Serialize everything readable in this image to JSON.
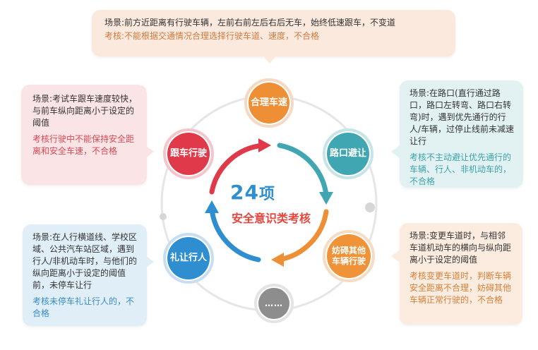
{
  "top": {
    "scene": "场景:前方近距离有行驶车辆，左前右前左后右后无车，始终低速跟车，不变道",
    "exam": "考核:不能根据交通情况合理选择行驶车道、速度，不合格"
  },
  "top_left": {
    "scene": "场景:考试车跟车速度较快，与前车纵向距离小于设定的阈值",
    "exam": "考核行驶中不能保持安全距离和安全车速，不合格"
  },
  "top_right": {
    "scene": "场景:在路口(直行通过路口，路口左转弯、路口右转弯)时，遇到优先通行的行人/车辆，过停止线前未减速让行",
    "exam": "考核不主动避让优先通行的车辆、行人、非机动车的，不合格"
  },
  "bottom_left": {
    "scene": "场景:在人行横道线、学校区域、公共汽车站区域，遇到行人/非机动车时，与他们的纵向距离小于设定的阈值前，未停车让行",
    "exam": "考核未停车礼让行人的，不合格"
  },
  "bottom_right": {
    "scene": "场景:变更车道时，与相邻车道机动车的横向与纵向距离小于设定的阈值",
    "exam": "考核变更车道时，判断车辆安全距离不合理，妨碍其他车辆正常行驶的，不合格"
  },
  "nodes": {
    "top": "合理车速",
    "left": "跟车行驶",
    "right": "路口避让",
    "bottom_left": "礼让行人",
    "bottom_right_line1": "妨碍其他",
    "bottom_right_line2": "车辆行驶",
    "bottom": "……"
  },
  "center": {
    "number": "24",
    "unit": "项",
    "label": "安全意识类考核"
  },
  "colors": {
    "orange": "#ee8f35",
    "red": "#e03a4a",
    "teal": "#3fa6b2",
    "blue": "#2e8ecf",
    "gray": "#8d8d8d"
  }
}
